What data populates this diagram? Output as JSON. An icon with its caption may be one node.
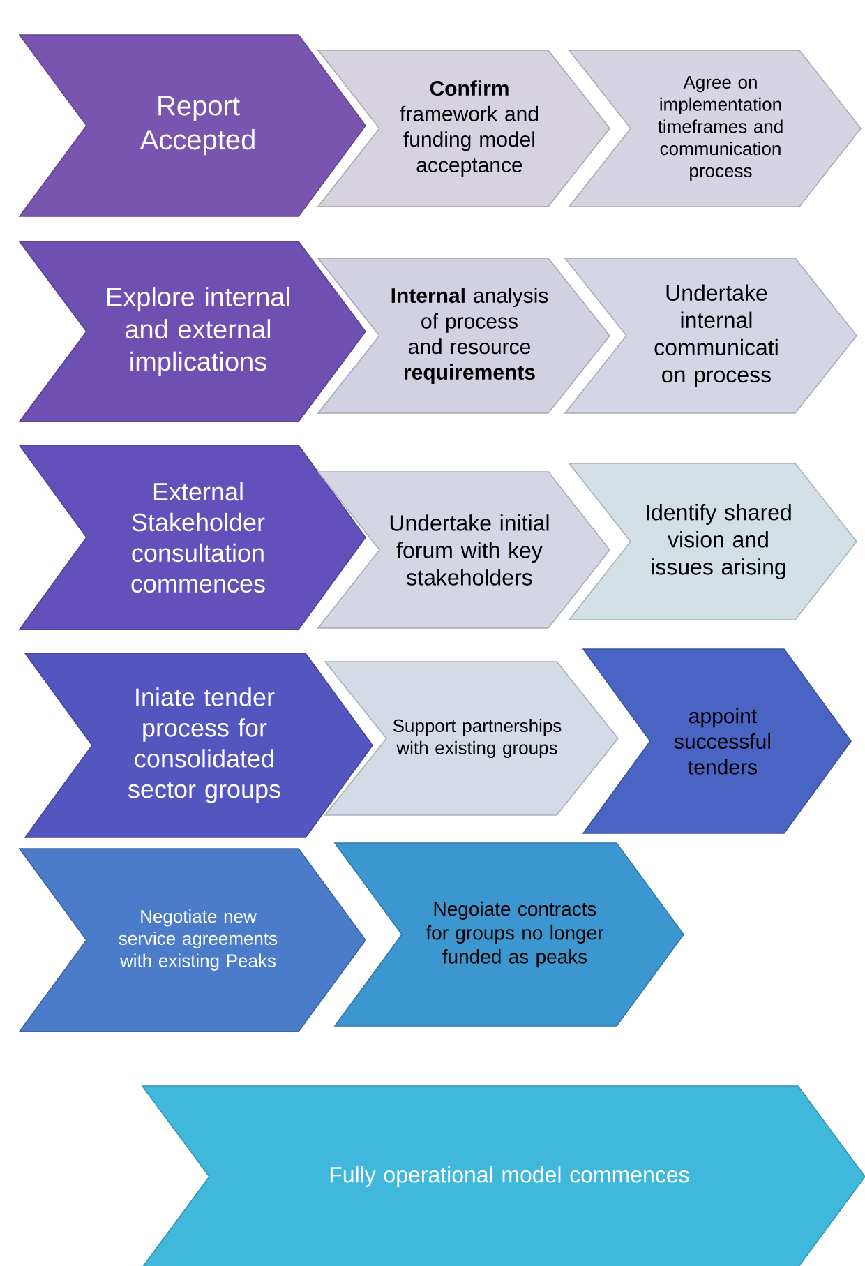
{
  "diagram": {
    "nodes": [
      {
        "text": [
          "Report Accepted"
        ]
      },
      {
        "text": [
          "**Confirm** framework and funding model acceptance"
        ]
      },
      {
        "text": [
          "Agree on implementation timeframes and communication process"
        ]
      },
      {
        "text": [
          "Explore internal and external implications"
        ]
      },
      {
        "text": [
          "**Internal** analysis of process and resource **requirements**"
        ]
      },
      {
        "text": [
          "Undertake internal communicati on process"
        ]
      },
      {
        "text": [
          "External Stakeholder consultation commences"
        ]
      },
      {
        "text": [
          "Undertake initial forum with key stakeholders"
        ]
      },
      {
        "text": [
          "Identify shared vision and issues arising"
        ]
      },
      {
        "text": [
          "Iniate tender process for consolidated sector groups"
        ]
      },
      {
        "text": [
          "Support partnerships with existing groups"
        ]
      },
      {
        "text": [
          "appoint successful tenders"
        ]
      },
      {
        "text": [
          "Negotiate new service agreements with existing  Peaks"
        ]
      },
      {
        "text": [
          "Negoiate contracts for groups no longer funded as peaks"
        ]
      },
      {
        "text": [
          "Fully operational  model commences"
        ]
      }
    ]
  }
}
